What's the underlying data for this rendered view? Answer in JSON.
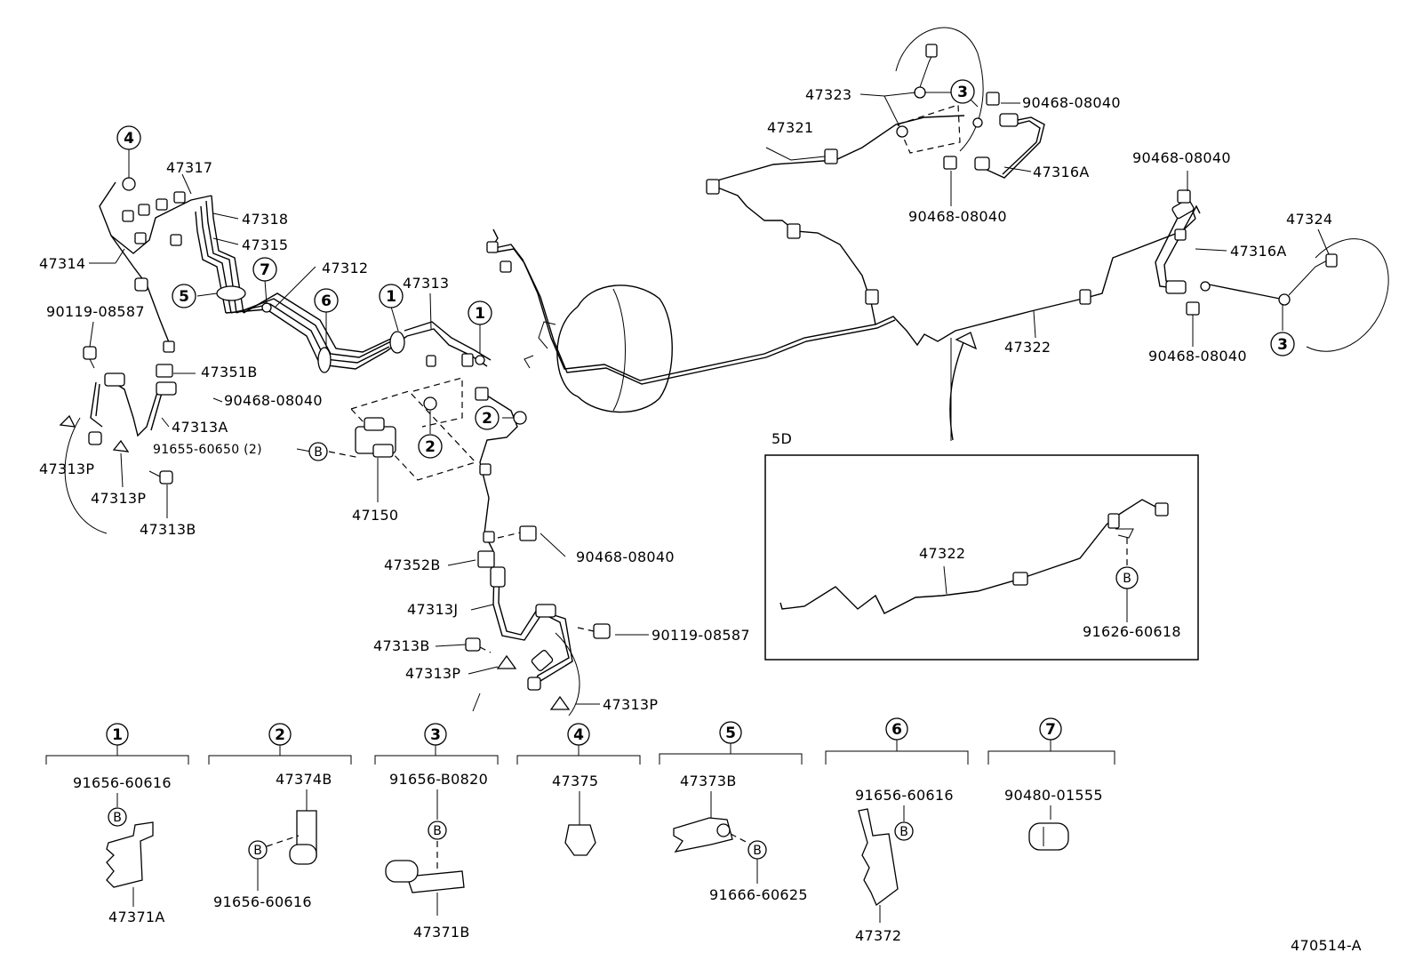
{
  "diagram_id": "470514-A",
  "detail_title": "5D",
  "b_mark": "B",
  "labels": {
    "l47317": "47317",
    "l47318": "47318",
    "l47315": "47315",
    "l47314": "47314",
    "l47312": "47312",
    "l47313": "47313",
    "l90119_a": "90119-08587",
    "l47351B": "47351B",
    "l90468_a": "90468-08040",
    "l47313A": "47313A",
    "l91655": "91655-60650 (2)",
    "l47313P_a": "47313P",
    "l47313P_b": "47313P",
    "l47313B_a": "47313B",
    "l47150": "47150",
    "l47352B": "47352B",
    "l90468_b": "90468-08040",
    "l47313J": "47313J",
    "l47313B_b": "47313B",
    "l90119_b": "90119-08587",
    "l47313P_c": "47313P",
    "l47313P_d": "47313P",
    "l47323": "47323",
    "l47321": "47321",
    "l90468_c": "90468-08040",
    "l47316A_a": "47316A",
    "l90468_d": "90468-08040",
    "l90468_e": "90468-08040",
    "l47316A_b": "47316A",
    "l47324": "47324",
    "l47322_a": "47322",
    "l90468_f": "90468-08040",
    "l47322_b": "47322",
    "l91626": "91626-60618"
  },
  "callouts": {
    "c1a": "1",
    "c1b": "1",
    "c2a": "2",
    "c2b": "2",
    "c3a": "3",
    "c3b": "3",
    "c4": "4",
    "c5": "5",
    "c6": "6",
    "c7": "7"
  },
  "groups": [
    {
      "number": "1",
      "parts": [
        "91656-60616",
        "47371A"
      ]
    },
    {
      "number": "2",
      "parts": [
        "47374B",
        "91656-60616"
      ]
    },
    {
      "number": "3",
      "parts": [
        "91656-B0820",
        "47371B"
      ]
    },
    {
      "number": "4",
      "parts": [
        "47375"
      ]
    },
    {
      "number": "5",
      "parts": [
        "47373B",
        "91666-60625"
      ]
    },
    {
      "number": "6",
      "parts": [
        "91656-60616",
        "47372"
      ]
    },
    {
      "number": "7",
      "parts": [
        "90480-01555"
      ]
    }
  ]
}
